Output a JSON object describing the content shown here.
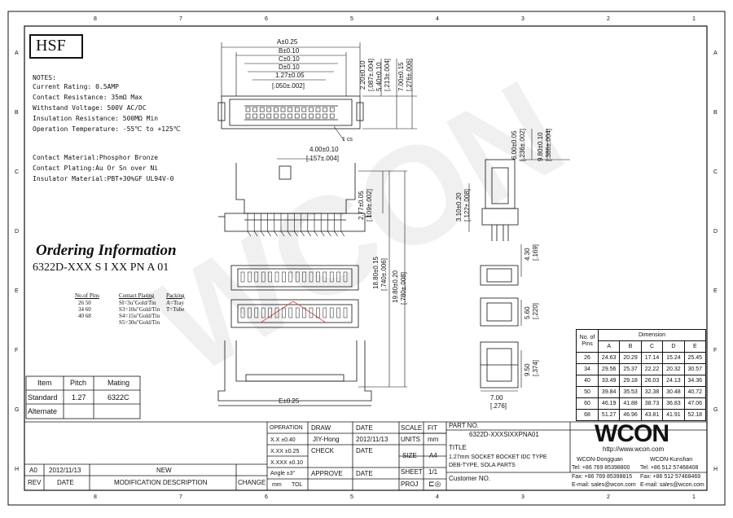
{
  "hsf": "HSF",
  "notes": {
    "title": "NOTES:",
    "lines": [
      "Current Rating: 0.5AMP",
      "Contact Resistance: 35mΩ Max",
      "Withstand Voltage: 500V AC/DC",
      "Insulation Resistance: 500MΩ Min",
      "Operation Temperature: -55℃ to +125℃"
    ],
    "materials": [
      "Contact Material:Phosphor Bronze",
      "Contact Plating:Au Or Sn over Ni",
      "Insulator Material:PBT+30%GF UL94V-0"
    ]
  },
  "ordering": {
    "title": "Ordering Information",
    "code": "6322D-XXX S I XX PN A 01",
    "col1_title": "No.of Pins",
    "col1": [
      "26  50",
      "34  60",
      "40  68"
    ],
    "col2_title": "Contact Plating",
    "col2": [
      "SI=3u\"Gold/Tin",
      "S3=10u\"Gold/Tin",
      "S4=15u\"Gold/Tin",
      "S5=30u\"Gold/Tin"
    ],
    "col3_title": "Packing",
    "col3": [
      "A=Tray",
      "T=Tube"
    ]
  },
  "dims": {
    "top_a": "A±0.25",
    "top_b": "B±0.10",
    "top_c": "C±0.10",
    "top_d": "D±0.10",
    "pitch": "1.27±0.05",
    "pitch_in": "[.050±.002]",
    "v1": "2.20±0.10",
    "v1_in": "[.087±.004]",
    "v2": "5.40±0.10",
    "v2_in": "[.213±.004]",
    "v3": "7.00±0.15",
    "v3_in": "[.276±.006]",
    "pin1": "1 cs",
    "w4": "4.00±0.10",
    "w4_in": "[.157±.004]",
    "h277": "2.77±0.05",
    "h277_in": "[.109±.002]",
    "h1880": "18.80±0.15",
    "h1880_in": "[.740±.006]",
    "h1980": "19.80±0.20",
    "h1980_in": "[.780±.008]",
    "e": "E±0.25",
    "s600": "6.00±0.05",
    "s600_in": "[.236±.002]",
    "s980": "9.80±0.10",
    "s980_in": "[.386±.004]",
    "s310": "3.10±0.20",
    "s310_in": "[.122±.008]",
    "s430": "4.30",
    "s430_in": "[.169]",
    "s560": "5.60",
    "s560_in": "[.220]",
    "s950": "9.50",
    "s950_in": "[.374]",
    "s700": "7.00",
    "s700_in": "[.276]"
  },
  "pitch_table": {
    "headers": [
      "Item",
      "Pitch",
      "Mating"
    ],
    "rows": [
      [
        "Standard",
        "1.27",
        "6322C"
      ],
      [
        "Alternate",
        "",
        ""
      ]
    ]
  },
  "dim_table": {
    "corner_top": "No. of",
    "corner_bottom": "Pins",
    "title": "Dimension",
    "cols": [
      "A",
      "B",
      "C",
      "D",
      "E"
    ],
    "rows": [
      [
        "26",
        "24.63",
        "20.29",
        "17.14",
        "15.24",
        "25.45"
      ],
      [
        "34",
        "29.56",
        "25.37",
        "22.22",
        "20.32",
        "30.57"
      ],
      [
        "40",
        "33.49",
        "29.18",
        "26.03",
        "24.13",
        "34.36"
      ],
      [
        "50",
        "39.84",
        "35.53",
        "32.38",
        "30.48",
        "40.72"
      ],
      [
        "60",
        "46.19",
        "41.88",
        "38.73",
        "36.83",
        "47.06"
      ],
      [
        "68",
        "51.27",
        "46.96",
        "43.81",
        "41.91",
        "52.18"
      ]
    ]
  },
  "title_block": {
    "operation": "OPERATION",
    "tol": [
      "X.X  ±0.40",
      "X.XX  ±0.25",
      "X.XXX  ±0.10",
      "Angle  ±3°"
    ],
    "unit": "mm",
    "tol_label": "TOL",
    "draw": "DRAW",
    "drawer": "JIY-Hong",
    "check": "CHECK",
    "approve": "APPROVE",
    "date_label": "DATE",
    "date": "2012/11/13",
    "scale": "SCALE",
    "fit": "FIT",
    "units": "UNITS",
    "unit_val": "mm",
    "size": "SIZE",
    "size_val": "A4",
    "sheet": "SHEET",
    "sheet_val": "1/1",
    "proj": "PROJ",
    "partno_label": "PART NO.",
    "partno": "6322D-XXXSIXXPNA01",
    "title_label": "TITLE",
    "title_lines": [
      "1.27mm SOCKET BOCKET IDC TYPE",
      "DEB-TYPE, SOLA PARTS"
    ],
    "customer": "Customer NO."
  },
  "rev_block": {
    "a0": "A0",
    "a0_date": "2012/11/13",
    "a0_desc": "NEW",
    "headers": [
      "REV",
      "DATE",
      "MODIFICATION DESCRIPTION",
      "CHANGE"
    ]
  },
  "company": {
    "logo": "WCON",
    "url": "http://www.wcon.com",
    "left": [
      "WCON-Dongguan",
      "Tel: +86 769 85398800",
      "Fax: +86 769 85398815",
      "E-mail: sales@wcon.com"
    ],
    "right": [
      "WCON-Kunshan",
      "Tel: +86 512 57468408",
      "Fax: +86 512 57468469",
      "E-mail: sales@wcon.com"
    ]
  },
  "border": {
    "top": [
      "1",
      "2",
      "3",
      "4",
      "5",
      "6",
      "7",
      "8"
    ],
    "side": [
      "A",
      "B",
      "C",
      "D",
      "E",
      "F",
      "G",
      "H"
    ]
  },
  "watermark": "WCON"
}
